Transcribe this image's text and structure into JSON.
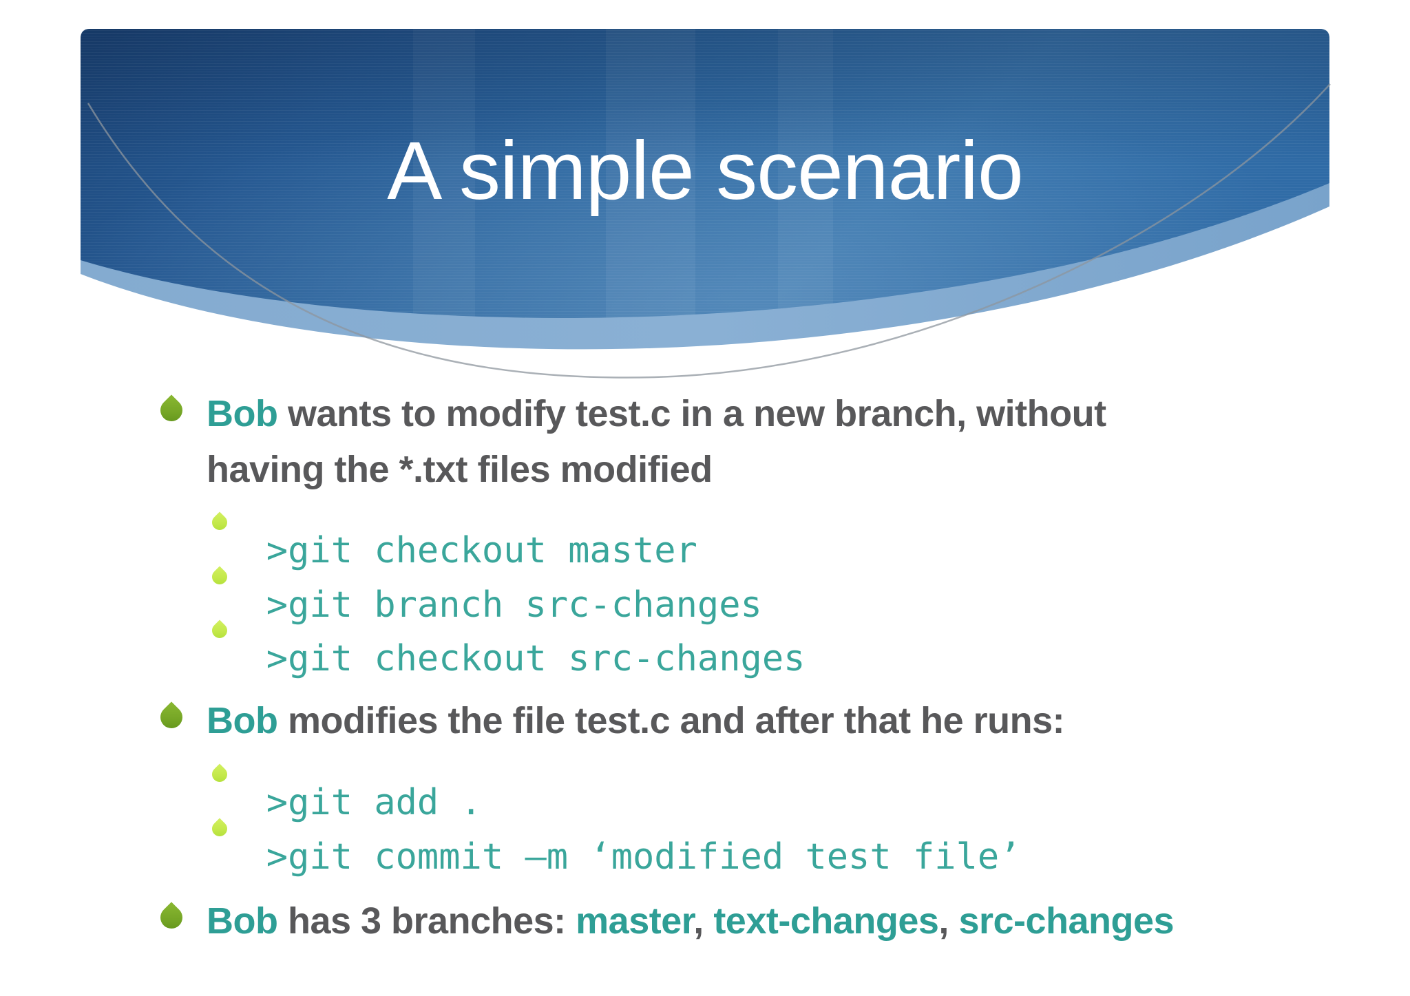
{
  "title": "A simple scenario",
  "bullets": {
    "b1": {
      "lead": "Bob",
      "text": " wants to modify test.c in a new branch, without",
      "line2": "having the *.txt files modified"
    },
    "b1_cmds": [
      ">git checkout master",
      ">git branch src-changes",
      ">git checkout src-changes"
    ],
    "b2": {
      "lead": "Bob",
      "text": " modifies the file test.c and after that he runs:"
    },
    "b2_cmds": [
      ">git add .",
      ">git commit –m ‘modified test file’"
    ],
    "b3": {
      "lead": "Bob",
      "text": " has 3 branches: ",
      "branch1": "master",
      "sep1": ", ",
      "branch2": "text-changes",
      "sep2": ", ",
      "branch3": "src-changes"
    }
  },
  "colors": {
    "banner_dark_left": "#1c4679",
    "banner_mid": "#2d67a0",
    "banner_light_mid": "#3a76ad",
    "banner_band": "#8ab0d4",
    "arc_line": "#8d959d",
    "title_text": "#ffffff",
    "body_text": "#58585a",
    "accent_teal": "#2e9e95",
    "code_teal": "#3aa69b",
    "bullet_green": "#76a626",
    "sub_bullet_lime": "#c3e84a"
  }
}
